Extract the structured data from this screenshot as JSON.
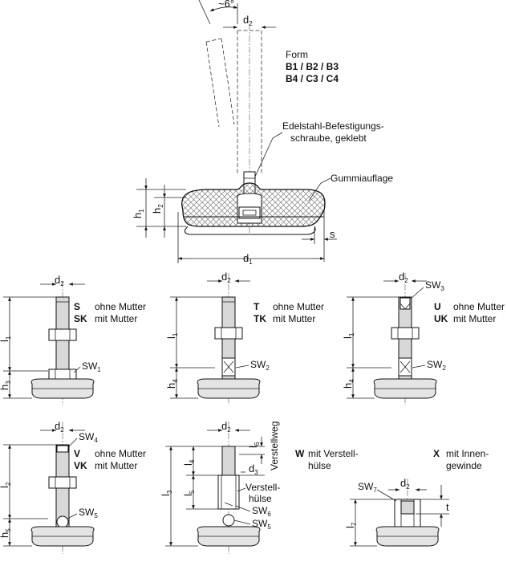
{
  "top": {
    "angle": "~6°",
    "d2": "d",
    "d2_sub": "2",
    "form_title": "Form",
    "form_line1": "B1 / B2 / B3",
    "form_line2": "B4 / C3 / C4",
    "screw_line1": "Edelstahl-Befestigungs-",
    "screw_line2": "schraube, geklebt",
    "pad_label": "Gummiauflage",
    "h1": "h",
    "h1_sub": "1",
    "h2": "h",
    "h2_sub": "2",
    "s": "s",
    "d1": "d",
    "d1_sub": "1"
  },
  "variants": [
    {
      "code1": "S",
      "text1": "ohne Mutter",
      "code2": "SK",
      "text2": "mit Mutter",
      "l1": "l",
      "l1_sub": "1",
      "h": "h",
      "h_sub": "3",
      "sw": "SW",
      "sw_sub": "1",
      "d": "d",
      "d_sub": "2"
    },
    {
      "code1": "T",
      "text1": "ohne Mutter",
      "code2": "TK",
      "text2": "mit Mutter",
      "l1": "l",
      "l1_sub": "1",
      "h": "h",
      "h_sub": "4",
      "sw": "SW",
      "sw_sub": "2",
      "d": "d",
      "d_sub": "2"
    },
    {
      "code1": "U",
      "text1": "ohne Mutter",
      "code2": "UK",
      "text2": "mit Mutter",
      "l1": "l",
      "l1_sub": "1",
      "h": "h",
      "h_sub": "4",
      "sw": "SW",
      "sw_sub": "2",
      "sw_top": "SW",
      "sw_top_sub": "3",
      "d": "d",
      "d_sub": "2"
    },
    {
      "code1": "V",
      "text1": "ohne Mutter",
      "code2": "VK",
      "text2": "mit Mutter",
      "l1": "l",
      "l1_sub": "2",
      "h": "h",
      "h_sub": "5",
      "sw": "SW",
      "sw_sub": "5",
      "sw_top": "SW",
      "sw_top_sub": "4",
      "d": "d",
      "d_sub": "2"
    }
  ],
  "w": {
    "code": "W",
    "text1": "mit Verstell-",
    "text2": "hülse",
    "d": "d",
    "d_sub": "2",
    "l3": "l",
    "l3_sub": "3",
    "l4": "l",
    "l4_sub": "4",
    "l5": "l",
    "l5_sub": "5",
    "l6": "l",
    "l6_sub": "6",
    "d3": "d",
    "d3_sub": "3",
    "verstellweg": "Verstellweg",
    "sleeve1": "Verstell-",
    "sleeve2": "hülse",
    "sw6": "SW",
    "sw6_sub": "6",
    "sw5": "SW",
    "sw5_sub": "5"
  },
  "x": {
    "code": "X",
    "text1": "mit Innen-",
    "text2": "gewinde",
    "sw7": "SW",
    "sw7_sub": "7",
    "d": "d",
    "d_sub": "2",
    "t": "t",
    "l7": "l",
    "l7_sub": "7"
  }
}
